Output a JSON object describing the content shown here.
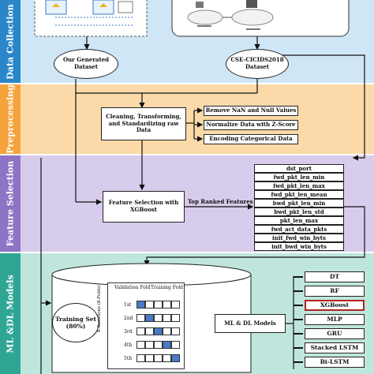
{
  "stages": {
    "data_collection": "Data Collection",
    "preprocessing": "Preprocessing",
    "feature_selection": "Feature Selection",
    "models": "ML &DL Models"
  },
  "datasets": {
    "generated": "Our Generated Dataset",
    "cse": "CSE-CICIDS2018 Dataset"
  },
  "preprocess": {
    "main": "Cleaning, Transforming, and Standardizing raw Data",
    "steps": [
      "Remove NaN and Null Values",
      "Normalize Data with Z-Score",
      "Encoding Categorical Data"
    ]
  },
  "feature_selection": {
    "main": "Feature Selection with XGBoost",
    "top_label": "Top Ranked Features",
    "features": [
      "dst_port",
      "fwd_pkt_len_min",
      "fwd_pkt_len_max",
      "fwd_pkt_len_mean",
      "bwd_pkt_len_min",
      "bwd_pkt_len_std",
      "pkt_len_max",
      "fwd_act_data_pkts",
      "init_fwd_win_byts",
      "init_bwd_win_byts"
    ]
  },
  "training": {
    "set_label": "Training Set (80%)",
    "validation_fold": "Validation Fold",
    "training_fold": "Training Fold",
    "k_label": "K Iterations (K-Folds)",
    "iterations": [
      "1st",
      "2nd",
      "3rd",
      "4th",
      "5th"
    ]
  },
  "models_box": "ML & DL Models",
  "models": [
    "DT",
    "RF",
    "XGBoost",
    "MLP",
    "GRU",
    "Stacked LSTM",
    "Bi-LSTM"
  ],
  "highlighted_model": "XGBoost",
  "colors": {
    "data_collection": "#2a86c9",
    "data_collection_bg": "#cfe6f7",
    "preprocessing": "#f5a23a",
    "preprocessing_bg": "#fbd9a8",
    "feature_selection": "#8e74c4",
    "feature_selection_bg": "#d8ccec",
    "models": "#2fa596",
    "models_bg": "#bfe6dd",
    "highlight": "#b22222",
    "validation": "#4a7ac8"
  }
}
